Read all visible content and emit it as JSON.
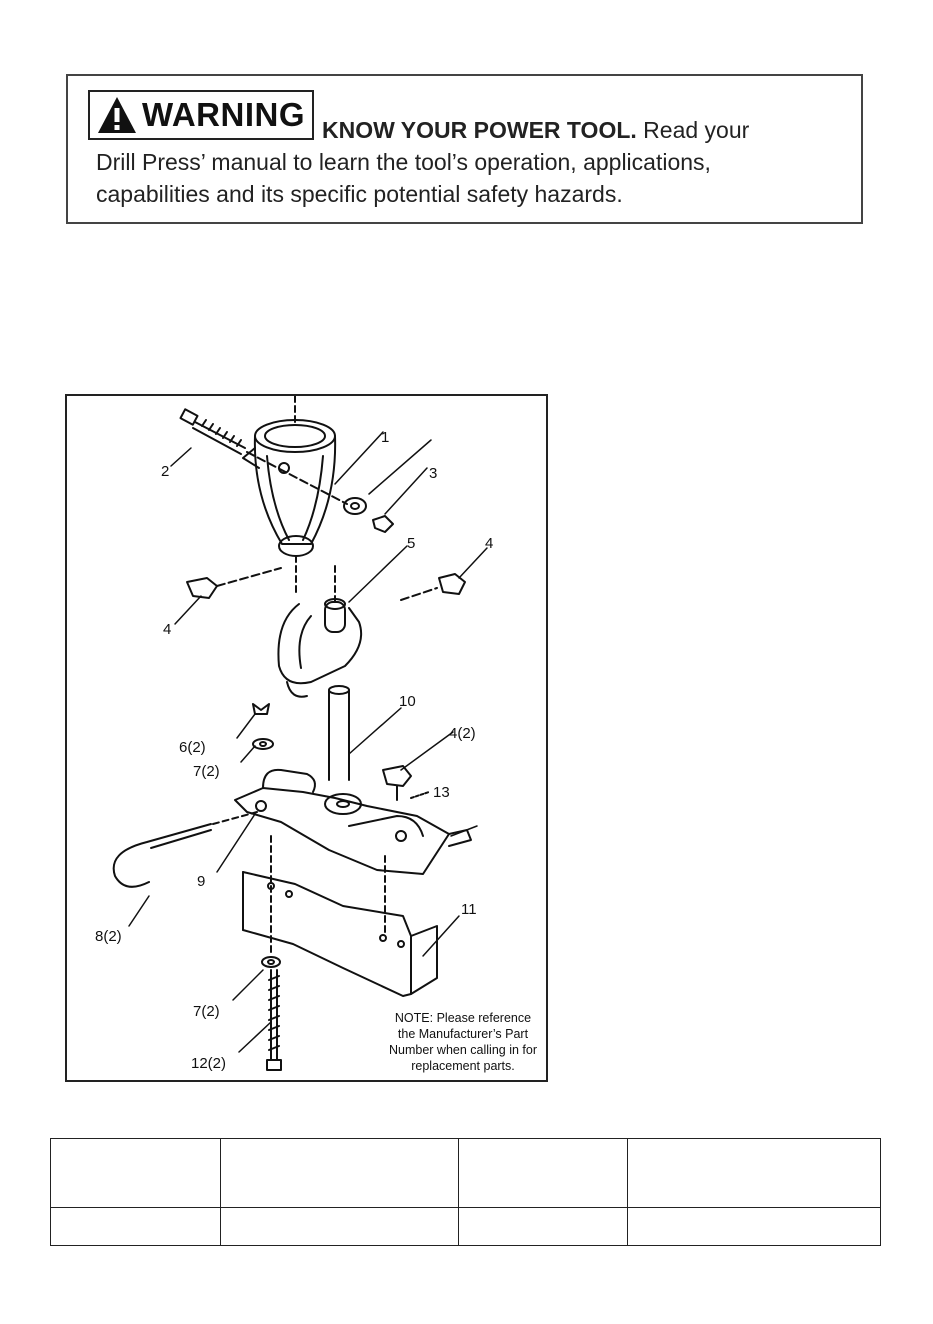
{
  "warning": {
    "badge": "WARNING",
    "heading": "KNOW YOUR POWER TOOL.",
    "text_line1_rest": " Read your",
    "text_line2": "Drill Press’ manual to learn the tool’s operation, applications,",
    "text_line3": "capabilities and its specific potential safety hazards."
  },
  "diagram": {
    "callouts": [
      "1",
      "2",
      "3",
      "4",
      "5",
      "4",
      "6(2)",
      "7(2)",
      "10",
      "4(2)",
      "13",
      "9",
      "8(2)",
      "11",
      "7(2)",
      "12(2)"
    ],
    "note": "NOTE: Please reference the Manufacturer’s Part Number when calling in for replacement parts."
  },
  "parts_table": {
    "header": [
      "",
      "",
      "",
      ""
    ],
    "rows": [
      [
        "",
        "",
        "",
        ""
      ]
    ]
  }
}
